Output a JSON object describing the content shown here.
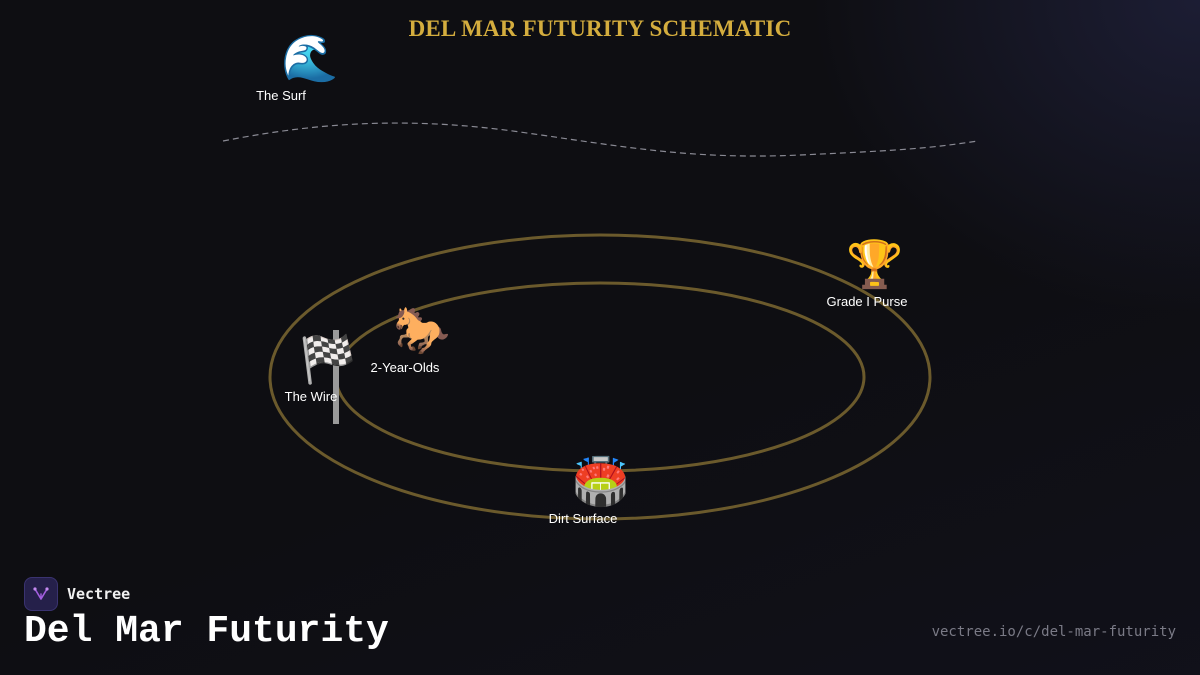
{
  "title": "DEL MAR FUTURITY SCHEMATIC",
  "colors": {
    "background": "#0e0e12",
    "title": "#d4ad3e",
    "track": "#6b5a2c",
    "shoreline": "#8a8a94",
    "post": "#9a9a9a"
  },
  "nodes": {
    "surf": {
      "icon": "wave-icon",
      "emoji": "🌊",
      "label": "The Surf"
    },
    "horses": {
      "icon": "horse-icon",
      "emoji": "🐎",
      "label": "2-Year-Olds"
    },
    "wire": {
      "icon": "checkered-flag-icon",
      "emoji": "🏁",
      "label": "The Wire"
    },
    "purse": {
      "icon": "trophy-icon",
      "emoji": "🏆",
      "label": "Grade I Purse"
    },
    "dirt": {
      "icon": "stadium-icon",
      "emoji": "🏟️",
      "label": "Dirt Surface"
    }
  },
  "brand": {
    "name": "Vectree",
    "icon": "vectree-logo-icon"
  },
  "footer": {
    "title": "Del Mar Futurity",
    "url": "vectree.io/c/del-mar-futurity"
  }
}
